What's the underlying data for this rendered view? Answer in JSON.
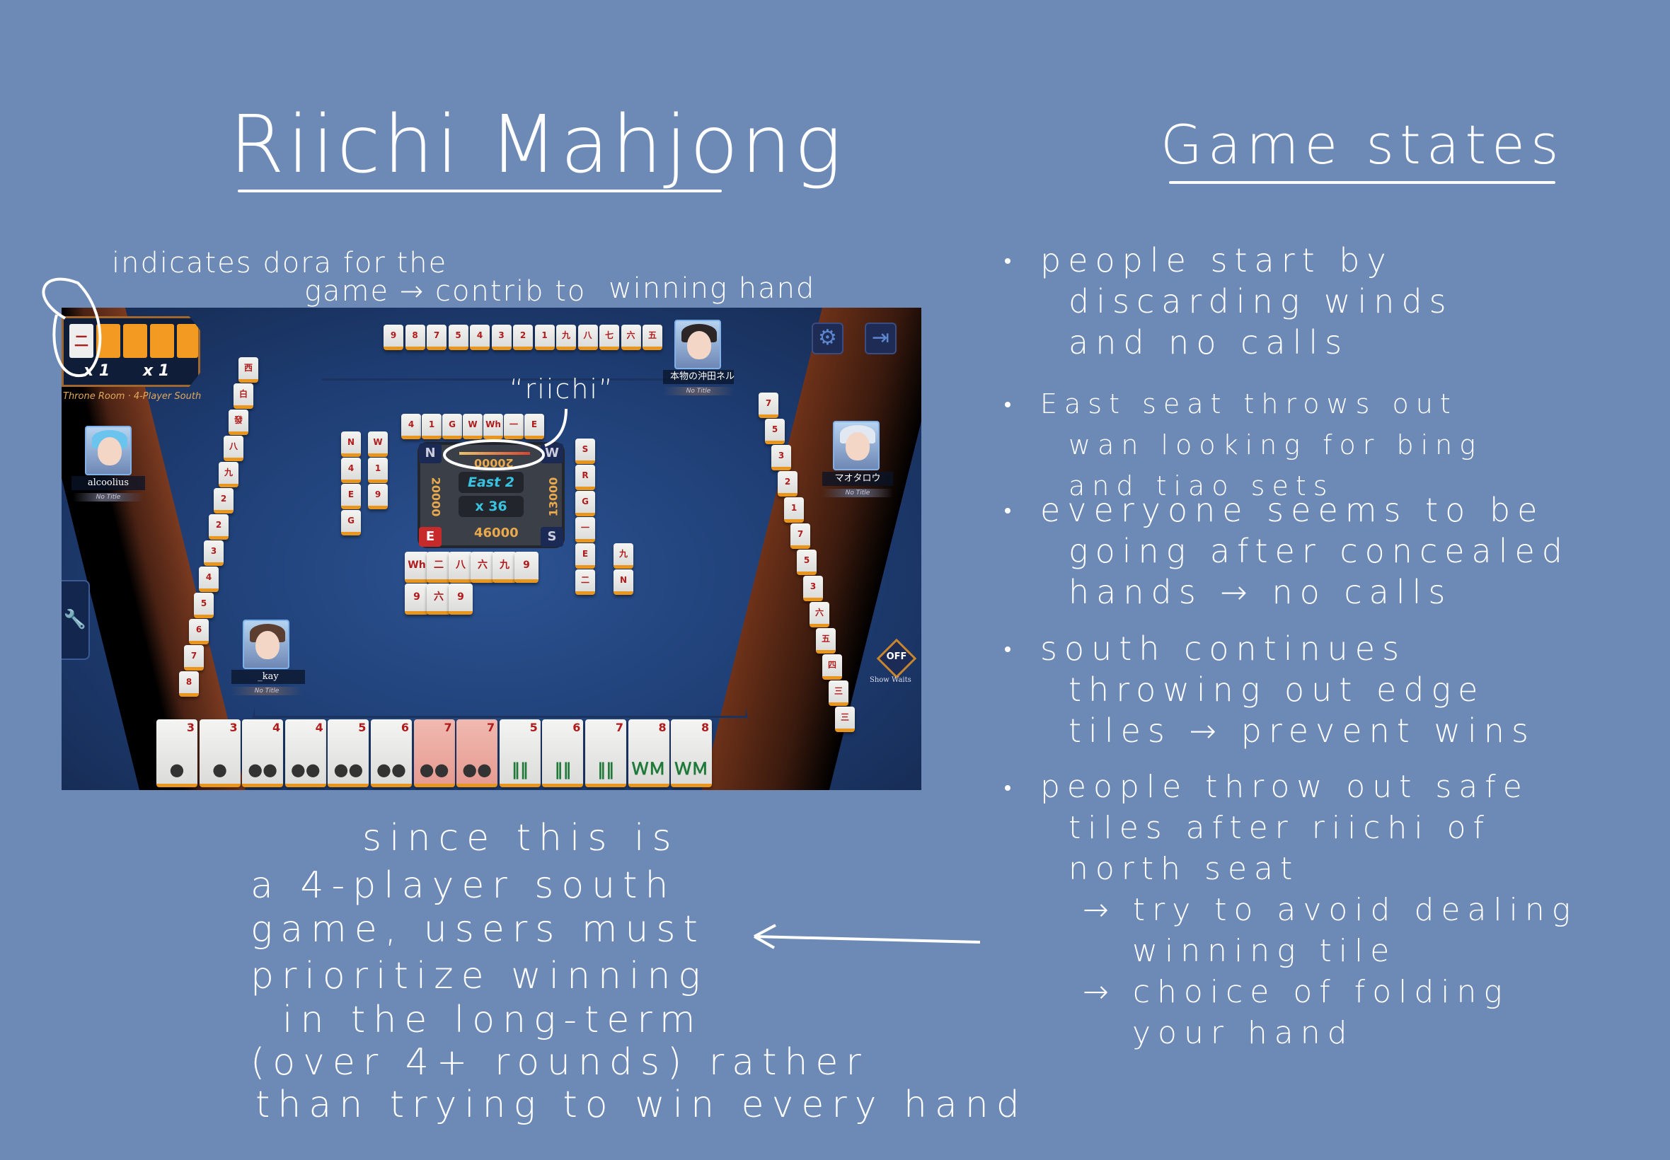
{
  "title": "Riichi Mahjong",
  "section_title": "Game states",
  "annotations": {
    "dora_line1": "indicates dora for the",
    "dora_line2": "game → contrib to",
    "dora_line3": "winning hand",
    "riichi": "“riichi”"
  },
  "game_states": [
    {
      "lines": [
        "people start by",
        "discarding winds",
        "and no calls"
      ]
    },
    {
      "lines": [
        "East seat throws out",
        "wan looking for bing",
        "and tiao sets"
      ]
    },
    {
      "lines": [
        "everyone seems to be",
        "going after concealed",
        "hands → no calls"
      ]
    },
    {
      "lines": [
        "south continues",
        "throwing out edge",
        "tiles → prevent wins"
      ]
    },
    {
      "lines": [
        "people throw out safe",
        "tiles after riichi of",
        "north seat",
        "→ try to avoid dealing",
        "winning tile",
        "→ choice of folding",
        "your hand"
      ]
    }
  ],
  "summary": [
    "since this is",
    "a 4-player south",
    "game, users must",
    "prioritize winning",
    "in the long-term",
    "(over 4+ rounds) rather",
    "than trying to win every hand"
  ],
  "game": {
    "dora": {
      "indicator": "二",
      "indicator_rank": "2",
      "count1": "x 1",
      "count2": "x 1"
    },
    "room": "Throne Room · 4-Player South",
    "players": {
      "left": {
        "name": "alcoolius",
        "title": "No Title"
      },
      "top": {
        "name": "本物の沖田ネル",
        "title": "No Title"
      },
      "right": {
        "name": "マオタロウ",
        "title": "No Title"
      },
      "self": {
        "name": "_kay",
        "title": "No Title"
      }
    },
    "center": {
      "round": "East 2",
      "honba": "x 36",
      "self_score": "46000",
      "left_score": "20000",
      "right_score": "13000",
      "top_score": "20000",
      "winds": {
        "n": "N",
        "w": "W",
        "e": "E",
        "s": "S"
      }
    },
    "show_waits": {
      "state": "OFF",
      "label": "Show Waits"
    },
    "icons": {
      "settings": "⚙",
      "exit": "⇥",
      "wrench": "🔧"
    },
    "hand": [
      {
        "rank": "3",
        "suit": "p",
        "glyph": "●"
      },
      {
        "rank": "3",
        "suit": "p",
        "glyph": "●"
      },
      {
        "rank": "4",
        "suit": "p",
        "glyph": "●●"
      },
      {
        "rank": "4",
        "suit": "p",
        "glyph": "●●"
      },
      {
        "rank": "5",
        "suit": "p",
        "glyph": "●●"
      },
      {
        "rank": "6",
        "suit": "p",
        "glyph": "●●"
      },
      {
        "rank": "7",
        "suit": "p",
        "glyph": "●●",
        "red": true
      },
      {
        "rank": "7",
        "suit": "p",
        "glyph": "●●",
        "red": true
      },
      {
        "rank": "5",
        "suit": "s",
        "glyph": "‖‖"
      },
      {
        "rank": "6",
        "suit": "s",
        "glyph": "‖‖"
      },
      {
        "rank": "7",
        "suit": "s",
        "glyph": "‖‖"
      },
      {
        "rank": "8",
        "suit": "s",
        "glyph": "ＷＭ"
      },
      {
        "rank": "8",
        "suit": "s",
        "glyph": "ＷＭ"
      }
    ],
    "discards_self": [
      "Wh",
      "二",
      "八",
      "六",
      "九",
      "9",
      "9",
      "六",
      "9"
    ],
    "discards_top": [
      "4",
      "1",
      "G",
      "W",
      "Wh",
      "一",
      "E"
    ],
    "discards_left": [
      "N",
      "W",
      "4",
      "1",
      "E",
      "9",
      "G"
    ],
    "discards_right": [
      "S",
      "R",
      "G",
      "一",
      "E",
      "二",
      "九",
      "N"
    ],
    "wall_left": [
      "西",
      "白",
      "發",
      "八",
      "九",
      "2",
      "2",
      "3",
      "4",
      "5",
      "6",
      "7",
      "8"
    ],
    "wall_right": [
      "7",
      "5",
      "3",
      "2",
      "1",
      "7",
      "5",
      "3",
      "六",
      "五",
      "四",
      "三",
      "三"
    ],
    "wall_top": [
      "9",
      "8",
      "7",
      "5",
      "4",
      "3",
      "2",
      "1",
      "九",
      "八",
      "七",
      "六",
      "五"
    ]
  }
}
